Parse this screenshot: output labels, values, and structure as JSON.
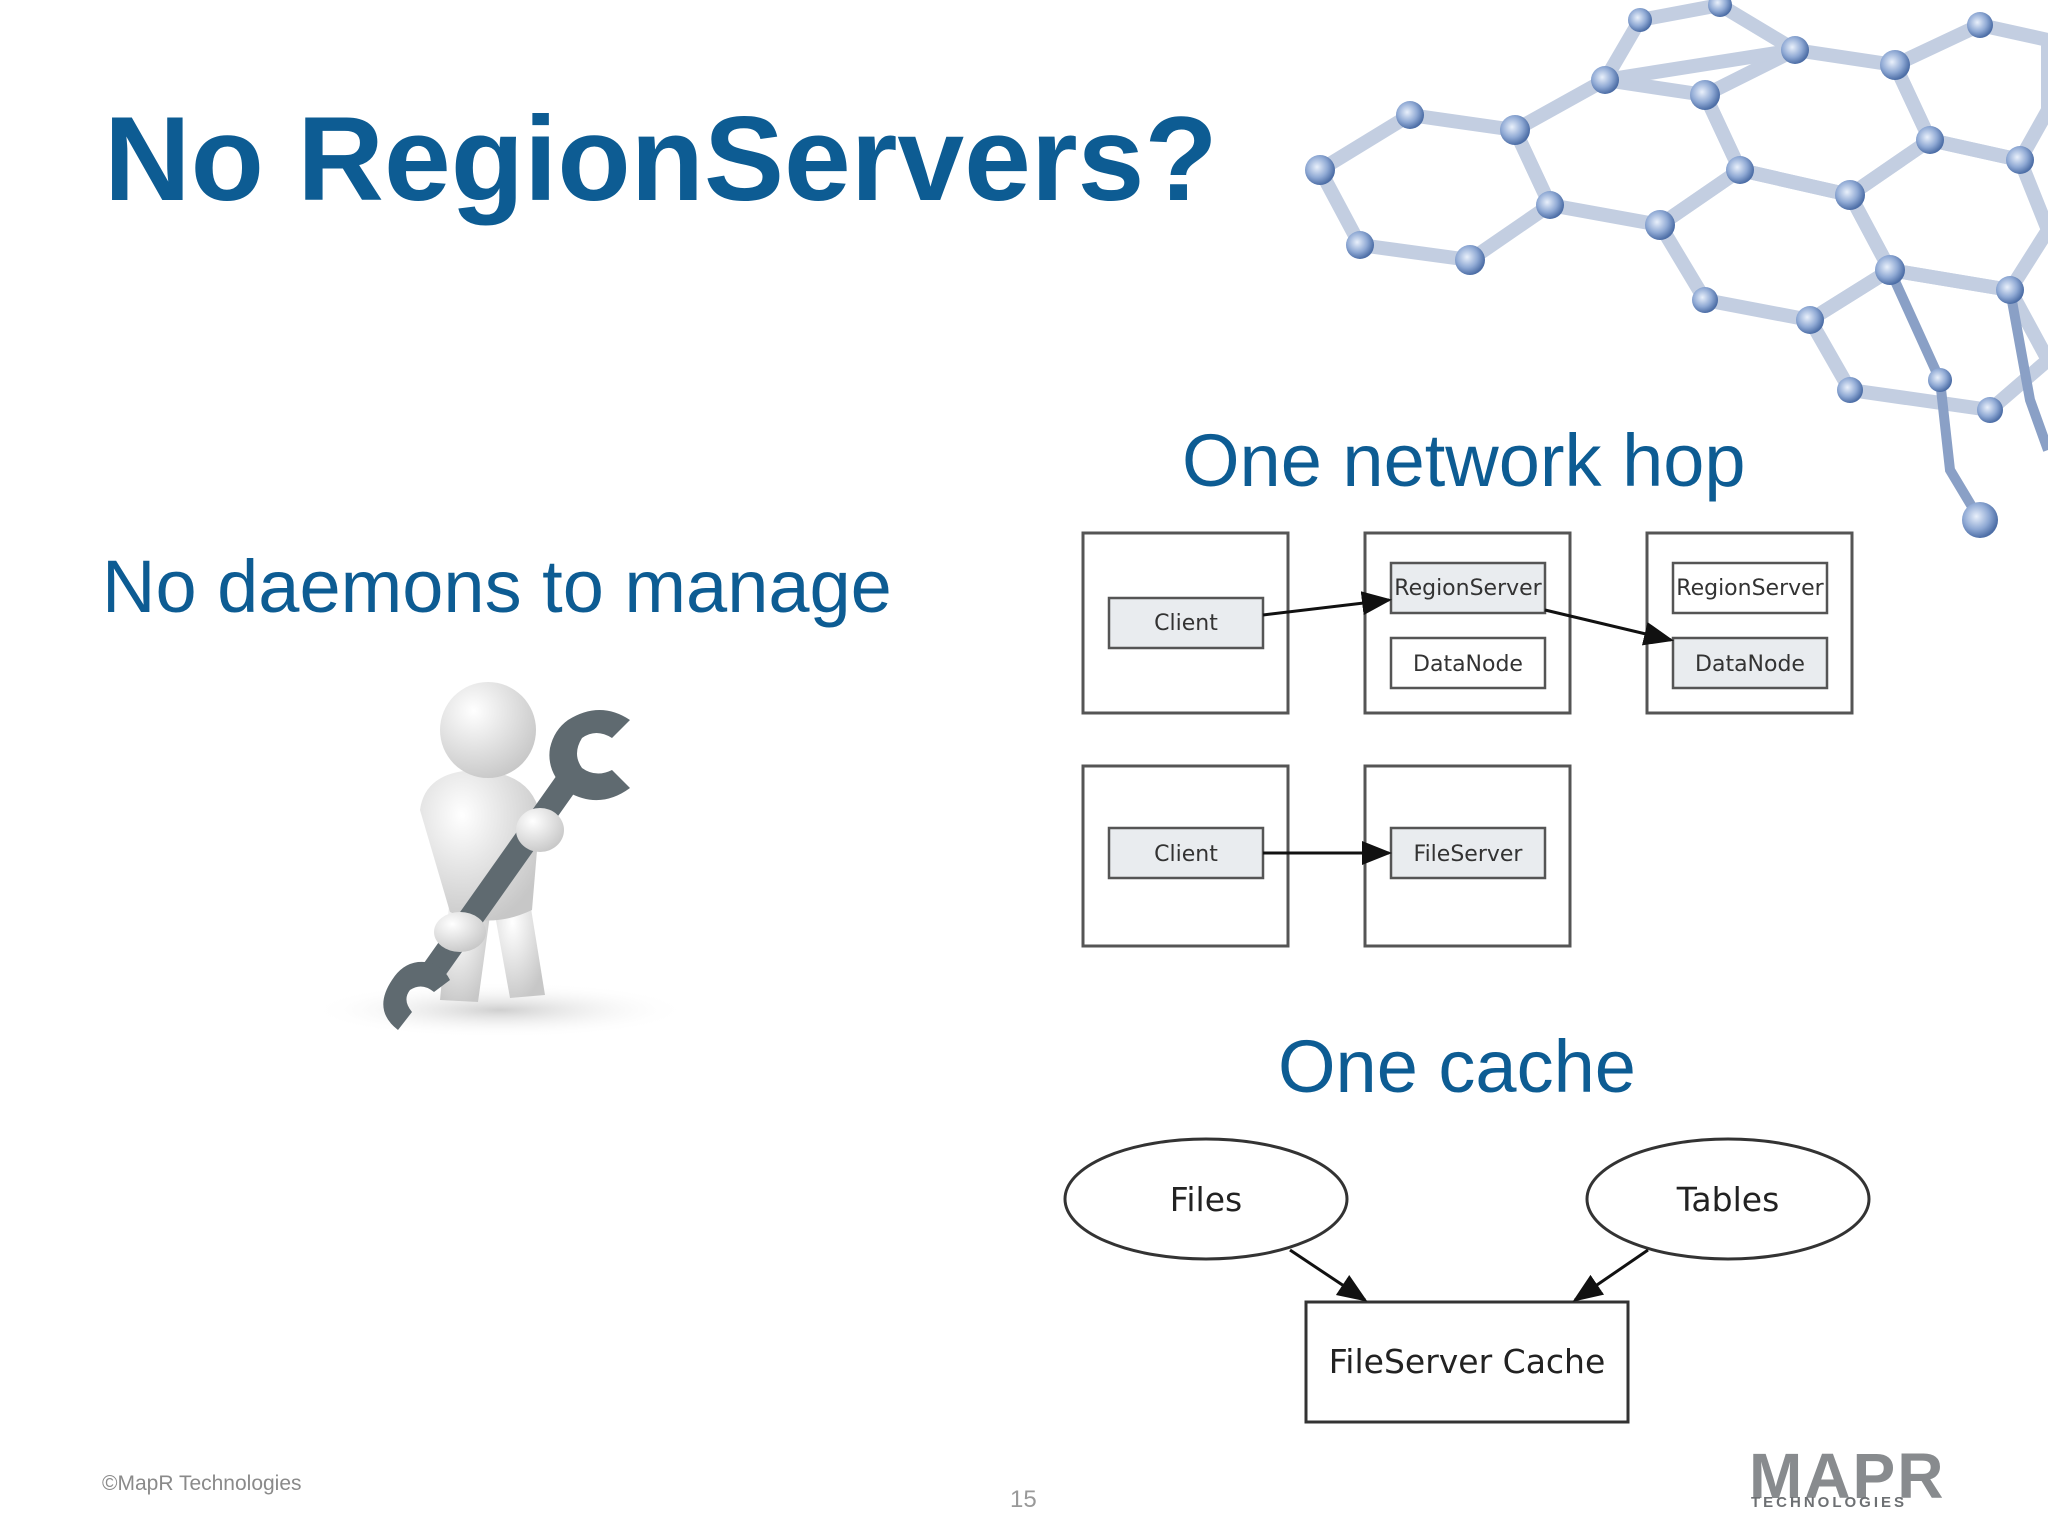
{
  "slide": {
    "title": "No RegionServers?",
    "left_heading": "No daemons to manage",
    "hop_heading": "One network hop",
    "cache_heading": "One cache",
    "footer_copyright": "©MapR Technologies",
    "page_number": "15",
    "brand": {
      "main": "MAPR",
      "sub": "TECHNOLOGIES"
    }
  },
  "hop_diagram": {
    "row1": {
      "client_label": "Client",
      "regionserver_label": "RegionServer",
      "datanode_label": "DataNode",
      "remote_regionserver_label": "RegionServer",
      "remote_datanode_label": "DataNode"
    },
    "row2": {
      "client_label": "Client",
      "fileserver_label": "FileServer"
    }
  },
  "cache_diagram": {
    "files_label": "Files",
    "tables_label": "Tables",
    "cache_label": "FileServer Cache"
  },
  "colors": {
    "title_blue": "#0d5c93",
    "box_fill": "#e9ecef",
    "box_border": "#555555"
  }
}
